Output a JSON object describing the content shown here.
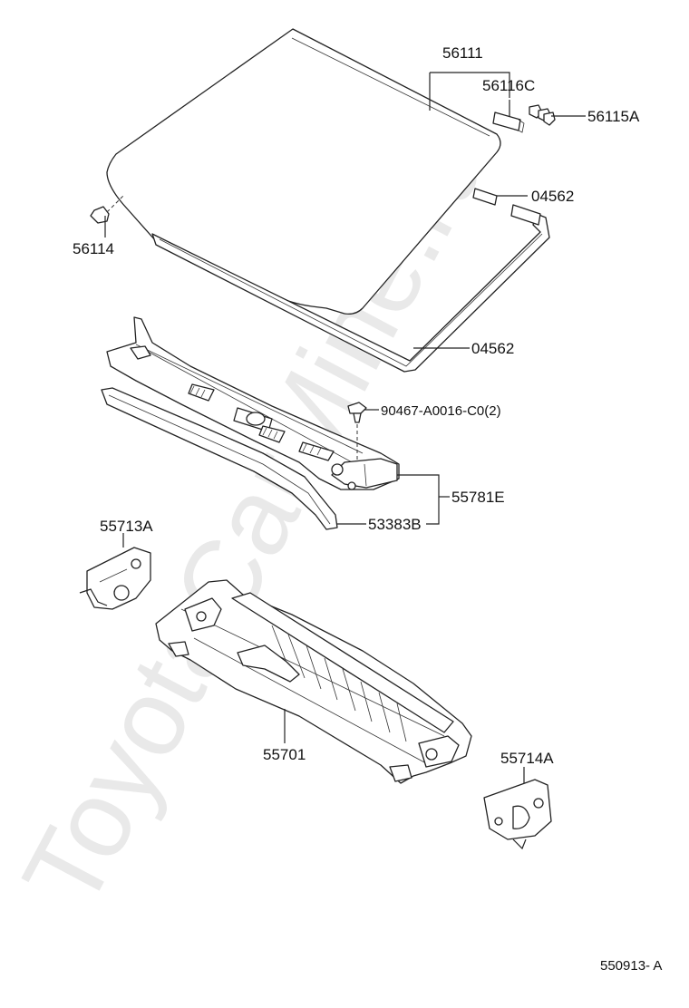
{
  "watermark": "ToyotaCarMine.ru",
  "diagram_code": "550913- A",
  "parts": {
    "windshield": "56111",
    "glass_stopper": "56116C",
    "clip_upper": "56115A",
    "spacer_side": "56114",
    "dam_upper": "04562",
    "dam_lower": "04562",
    "clip_screw": "90467-A0016-C0(2)",
    "cowl_louver": "55781E",
    "cowl_seal": "53383B",
    "bracket_left": "55713A",
    "cowl_panel": "55701",
    "bracket_right": "55714A"
  }
}
